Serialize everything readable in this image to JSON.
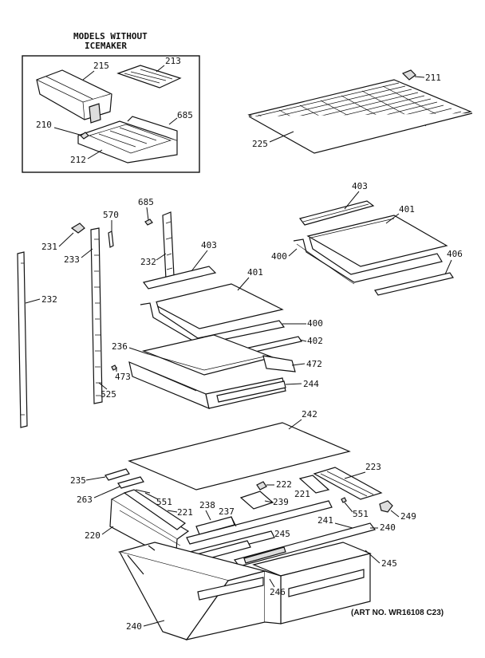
{
  "inset": {
    "title_line1": "MODELS WITHOUT",
    "title_line2": "ICEMAKER"
  },
  "art_number": "(ART NO. WR16108 C23)",
  "callouts": [
    {
      "id": "c215",
      "text": "215"
    },
    {
      "id": "c213",
      "text": "213"
    },
    {
      "id": "c685a",
      "text": "685"
    },
    {
      "id": "c210",
      "text": "210"
    },
    {
      "id": "c212",
      "text": "212"
    },
    {
      "id": "c211",
      "text": "211"
    },
    {
      "id": "c225",
      "text": "225"
    },
    {
      "id": "c403a",
      "text": "403"
    },
    {
      "id": "c401a",
      "text": "401"
    },
    {
      "id": "c400a",
      "text": "400"
    },
    {
      "id": "c406",
      "text": "406"
    },
    {
      "id": "c685b",
      "text": "685"
    },
    {
      "id": "c570",
      "text": "570"
    },
    {
      "id": "c231",
      "text": "231"
    },
    {
      "id": "c233",
      "text": "233"
    },
    {
      "id": "c232a",
      "text": "232"
    },
    {
      "id": "c403b",
      "text": "403"
    },
    {
      "id": "c401b",
      "text": "401"
    },
    {
      "id": "c232b",
      "text": "232"
    },
    {
      "id": "c400b",
      "text": "400"
    },
    {
      "id": "c402",
      "text": "402"
    },
    {
      "id": "c236",
      "text": "236"
    },
    {
      "id": "c472",
      "text": "472"
    },
    {
      "id": "c473",
      "text": "473"
    },
    {
      "id": "c244",
      "text": "244"
    },
    {
      "id": "c525",
      "text": "525"
    },
    {
      "id": "c242",
      "text": "242"
    },
    {
      "id": "c223",
      "text": "223"
    },
    {
      "id": "c235",
      "text": "235"
    },
    {
      "id": "c222",
      "text": "222"
    },
    {
      "id": "c263",
      "text": "263"
    },
    {
      "id": "c221a",
      "text": "221"
    },
    {
      "id": "c239",
      "text": "239"
    },
    {
      "id": "c551a",
      "text": "551"
    },
    {
      "id": "c221b",
      "text": "221"
    },
    {
      "id": "c551b",
      "text": "551"
    },
    {
      "id": "c238",
      "text": "238"
    },
    {
      "id": "c237",
      "text": "237"
    },
    {
      "id": "c249",
      "text": "249"
    },
    {
      "id": "c220",
      "text": "220"
    },
    {
      "id": "c241",
      "text": "241"
    },
    {
      "id": "c240a",
      "text": "240"
    },
    {
      "id": "c245a",
      "text": "245"
    },
    {
      "id": "c245b",
      "text": "245"
    },
    {
      "id": "c246",
      "text": "246"
    },
    {
      "id": "c240b",
      "text": "240"
    }
  ]
}
